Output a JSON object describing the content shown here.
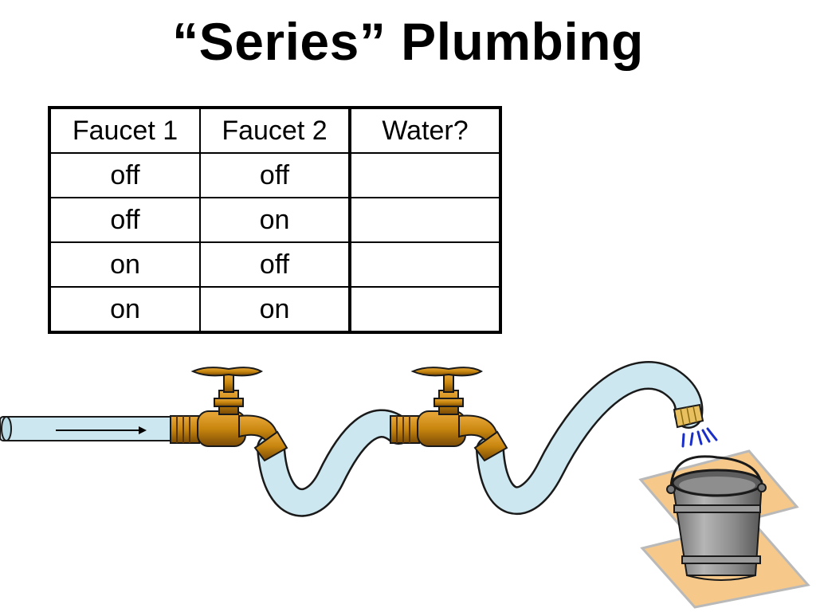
{
  "title": "“Series” Plumbing",
  "table": {
    "headers": [
      "Faucet 1",
      "Faucet 2",
      "Water?"
    ],
    "rows": [
      [
        "off",
        "off",
        ""
      ],
      [
        "off",
        "on",
        ""
      ],
      [
        "on",
        "off",
        ""
      ],
      [
        "on",
        "on",
        ""
      ]
    ]
  },
  "colors": {
    "hose": "#cce7ef",
    "faucet_brass": "#c8860e",
    "water_drops": "#1a2ec8",
    "paper_sheets": "#f6c98a",
    "bucket": "#9a9a9a"
  }
}
